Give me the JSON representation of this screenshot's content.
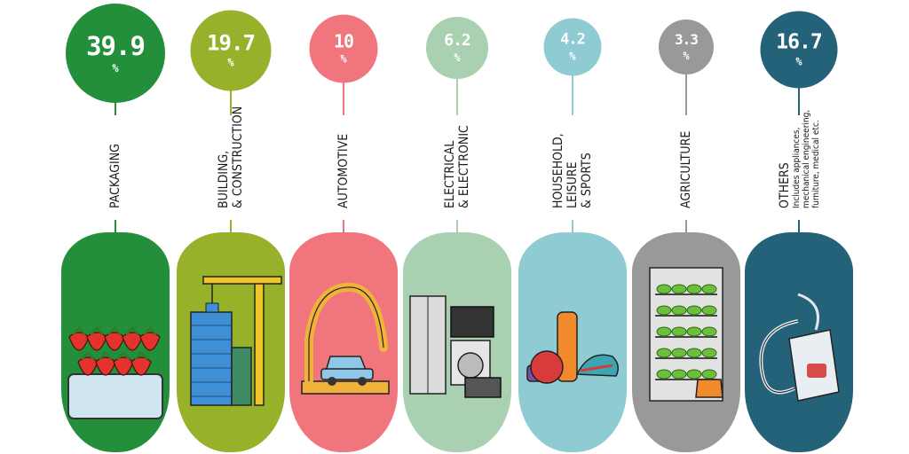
{
  "chart_data": {
    "type": "bar",
    "categories": [
      "PACKAGING",
      "BUILDING, & CONSTRUCTION",
      "AUTOMOTIVE",
      "ELECTRICAL & ELECTRONIC",
      "HOUSEHOLD, LEISURE & SPORTS",
      "AGRICULTURE",
      "OTHERS"
    ],
    "values": [
      39.9,
      19.7,
      10,
      6.2,
      4.2,
      3.3,
      16.7
    ],
    "unit": "%"
  },
  "columns": [
    {
      "value": "39.9",
      "pct": "%",
      "label_lines": [
        "PACKAGING"
      ],
      "note": "",
      "color": "#238f3a",
      "icon": "strawberries-icon"
    },
    {
      "value": "19.7",
      "pct": "%",
      "label_lines": [
        "BUILDING,",
        "& CONSTRUCTION"
      ],
      "note": "",
      "color": "#97b12a",
      "icon": "crane-building-icon"
    },
    {
      "value": "10",
      "pct": "%",
      "label_lines": [
        "AUTOMOTIVE"
      ],
      "note": "",
      "color": "#f0757d",
      "icon": "robot-arm-car-icon"
    },
    {
      "value": "6.2",
      "pct": "%",
      "label_lines": [
        "ELECTRICAL",
        "& ELECTRONIC"
      ],
      "note": "",
      "color": "#a9d0b1",
      "icon": "appliances-icon"
    },
    {
      "value": "4.2",
      "pct": "%",
      "label_lines": [
        "HOUSEHOLD,",
        "LEISURE",
        "& SPORTS"
      ],
      "note": "",
      "color": "#8ecbd3",
      "icon": "sports-gear-icon"
    },
    {
      "value": "3.3",
      "pct": "%",
      "label_lines": [
        "AGRICULTURE"
      ],
      "note": "",
      "color": "#999999",
      "icon": "greenhouse-icon"
    },
    {
      "value": "16.7",
      "pct": "%",
      "label_lines": [
        "OTHERS"
      ],
      "note": "Includes appliances, mechanical engineering, furniture, medical etc.",
      "color": "#24627a",
      "icon": "medical-bag-icon"
    }
  ]
}
